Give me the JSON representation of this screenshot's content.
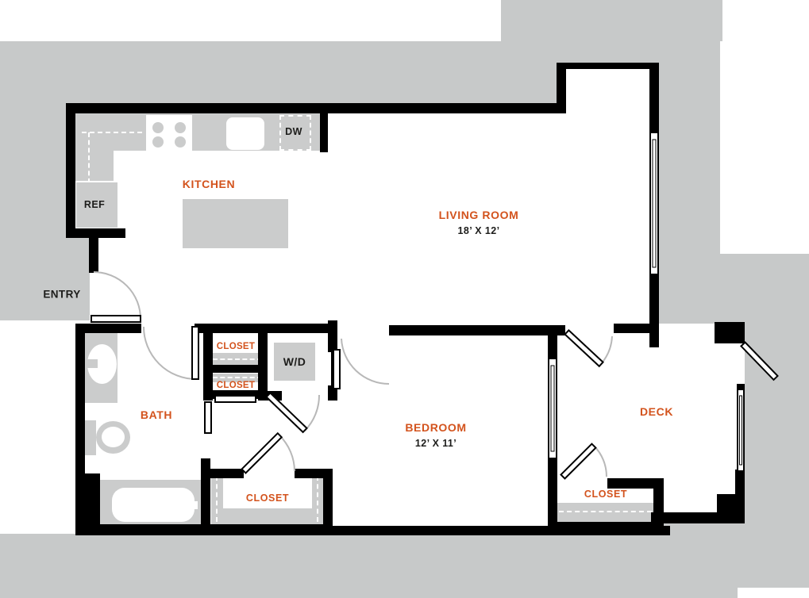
{
  "colors": {
    "outside": "#c7c9c9",
    "fixture": "#cbcccc",
    "wall": "#000000",
    "accent": "#d3531d",
    "text": "#1d1d1b",
    "arc": "#b8b8b8"
  },
  "floor_plan": {
    "rooms": {
      "kitchen": {
        "label": "KITCHEN"
      },
      "living_room": {
        "label": "LIVING ROOM",
        "dimensions": "18’ X 12’"
      },
      "bath": {
        "label": "BATH"
      },
      "bedroom": {
        "label": "BEDROOM",
        "dimensions": "12’ X 11’"
      },
      "deck": {
        "label": "DECK"
      },
      "entry": {
        "label": "ENTRY"
      }
    },
    "closets": {
      "hall_upper": "CLOSET",
      "hall_lower": "CLOSET",
      "bedroom": "CLOSET",
      "deck": "CLOSET"
    },
    "appliances": {
      "refrigerator": "REF",
      "dishwasher": "DW",
      "washer_dryer": "W/D"
    }
  }
}
